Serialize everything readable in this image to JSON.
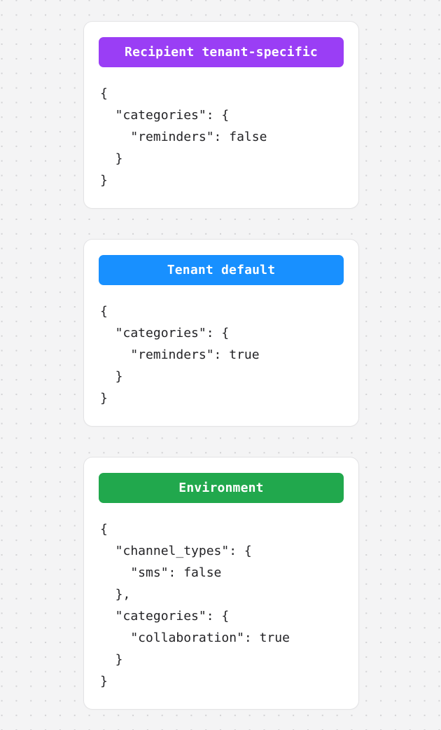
{
  "page": {
    "background_color": "#f4f4f5",
    "dot_color": "#d2d2d4",
    "card_background": "#ffffff",
    "card_border_color": "#e3e3e5",
    "code_text_color": "#232326"
  },
  "cards": [
    {
      "title": "Recipient tenant-specific",
      "accent_color": "#9a3ef5",
      "code_lines": [
        "{",
        "  \"categories\": {",
        "    \"reminders\": false",
        "  }",
        "}"
      ]
    },
    {
      "title": "Tenant default",
      "accent_color": "#1890ff",
      "code_lines": [
        "{",
        "  \"categories\": {",
        "    \"reminders\": true",
        "  }",
        "}"
      ]
    },
    {
      "title": "Environment",
      "accent_color": "#21a84d",
      "code_lines": [
        "{",
        "  \"channel_types\": {",
        "    \"sms\": false",
        "  },",
        "  \"categories\": {",
        "    \"collaboration\": true",
        "  }",
        "}"
      ]
    }
  ]
}
